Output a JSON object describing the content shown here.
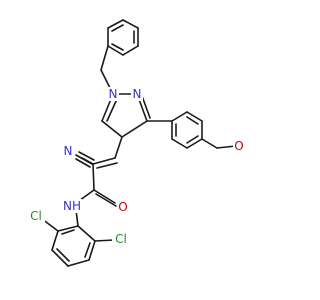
{
  "molecule": {
    "colors": {
      "bond": "#1a1a1a",
      "nitrogen": "#3333cc",
      "oxygen": "#cc0000",
      "chlorine": "#2a8a2a"
    },
    "labels": {
      "n_pyrazole_1": "N",
      "n_pyrazole_2": "N",
      "n_nitrile": "N",
      "o_methoxy": "O",
      "o_carbonyl": "O",
      "nh_amide": "NH",
      "cl_ortho": "Cl",
      "cl_meta": "Cl"
    }
  }
}
